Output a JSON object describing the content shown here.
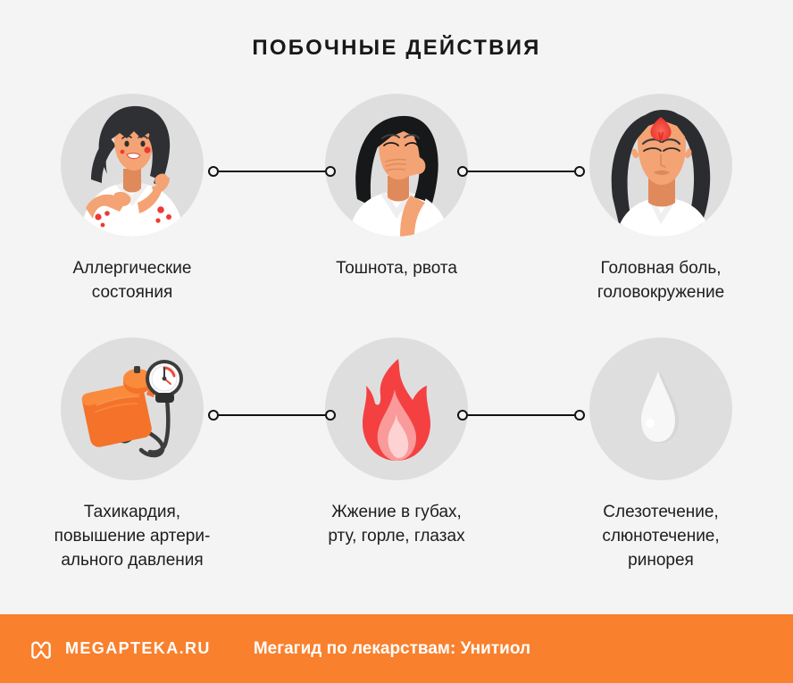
{
  "title": "ПОБОЧНЫЕ ДЕЙСТВИЯ",
  "colors": {
    "background": "#f4f4f4",
    "circle_background": "#dededf",
    "accent_orange": "#f9802d",
    "text": "#1c1d1f",
    "connector": "#111216",
    "skin": "#f4a374",
    "hair": "#2f3033",
    "rash_red": "#ee3a34",
    "flame_red": "#f44040",
    "flame_mid": "#fb9a9a",
    "flame_inner": "#fdd2d2",
    "shirt_white": "#ffffff",
    "drop_white": "#f7f7f7"
  },
  "items": [
    {
      "icon": "woman-with-skin-rash-icon",
      "caption": "Аллергические\nсостояния"
    },
    {
      "icon": "woman-covering-mouth-nausea-icon",
      "caption": "Тошнота, рвота"
    },
    {
      "icon": "woman-with-headache-icon",
      "caption": "Головная боль,\nголовокружение"
    },
    {
      "icon": "blood-pressure-monitor-icon",
      "caption": "Тахикардия,\nповышение артери-\nального давления"
    },
    {
      "icon": "flame-icon",
      "caption": "Жжение в губах,\nрту, горле, глазах"
    },
    {
      "icon": "water-drop-icon",
      "caption": "Слезотечение,\nслюнотечение,\nринорея"
    }
  ],
  "footer": {
    "logo_icon": "megapteka-m-monogram-icon",
    "logo_text": "MEGAPTEKA.RU",
    "caption": "Мегагид по лекарствам: Унитиол"
  }
}
